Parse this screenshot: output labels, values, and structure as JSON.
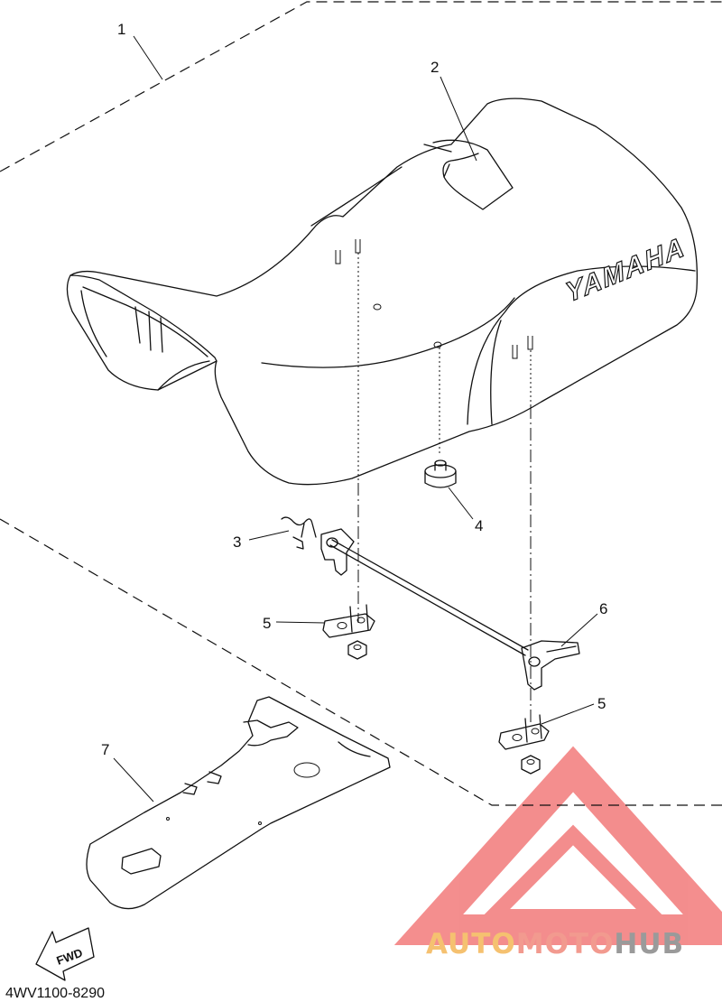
{
  "callouts": [
    {
      "id": "1",
      "text": "1"
    },
    {
      "id": "2",
      "text": "2"
    },
    {
      "id": "3",
      "text": "3"
    },
    {
      "id": "4",
      "text": "4"
    },
    {
      "id": "5",
      "text": "5"
    },
    {
      "id": "6",
      "text": "6"
    },
    {
      "id": "5b",
      "text": "5"
    },
    {
      "id": "7",
      "text": "7"
    }
  ],
  "seat_brand": "YAMAHA",
  "direction_label": "FWD",
  "diagram_code": "4WV1100-8290",
  "watermark": {
    "part_auto": "AUTO",
    "part_moto": "MOTO",
    "part_hub": "HUB",
    "color_auto": "#f5c170",
    "color_moto": "#f29a8f",
    "color_hub": "#9a9a9a",
    "logo_color": "#f27a7a"
  }
}
